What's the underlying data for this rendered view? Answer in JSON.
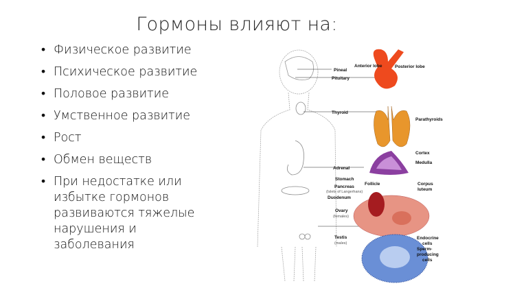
{
  "title": "Гормоны влияют на:",
  "bullets": [
    "Физическое развитие",
    "Психическое развитие",
    "Половое развитие",
    "Умственное развитие",
    "Рост",
    "Обмен веществ",
    "При недостатке или избытке гормонов развиваются тяжелые нарушения и заболевания"
  ],
  "diagram": {
    "labels": {
      "pineal": "Pineal",
      "pituitary": "Pituitary",
      "anterior": "Anterior lobe",
      "posterior": "Posterior lobe",
      "thyroid": "Thyroid",
      "parathyroids": "Parathyroids",
      "cortex": "Cortex",
      "medulla": "Medulla",
      "adrenal": "Adrenal",
      "stomach": "Stomach",
      "pancreas": "Pancreas",
      "islets": "(Islets of Langerhans)",
      "duodenum": "Duodenum",
      "follicle": "Follicle",
      "corpus1": "Corpus",
      "corpus2": "luteum",
      "ovary": "Ovary",
      "females": "(females)",
      "testis": "Testis",
      "males": "(males)",
      "endocrine1": "Endocrine",
      "endocrine2": "cells",
      "sperm1": "Sperm-",
      "sperm2": "producing",
      "sperm3": "cells"
    }
  }
}
